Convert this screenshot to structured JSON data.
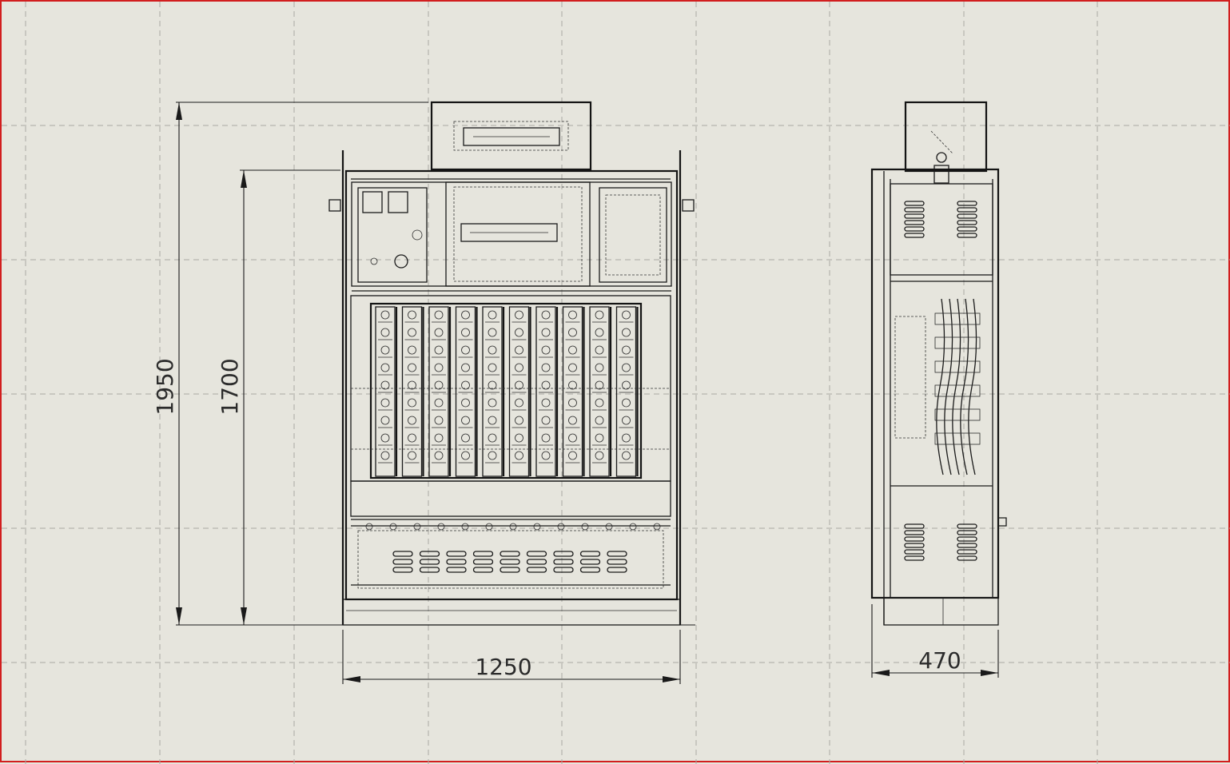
{
  "drawing": {
    "views": [
      "front-view",
      "side-view"
    ],
    "dimensions": {
      "overall_height": "1950",
      "cabinet_height": "1700",
      "front_width": "1250",
      "side_depth": "470"
    },
    "colors": {
      "background": "#e6e5dd",
      "frame_border": "#d21e1e",
      "line": "#141414",
      "grid": "#a9a9a4"
    }
  }
}
